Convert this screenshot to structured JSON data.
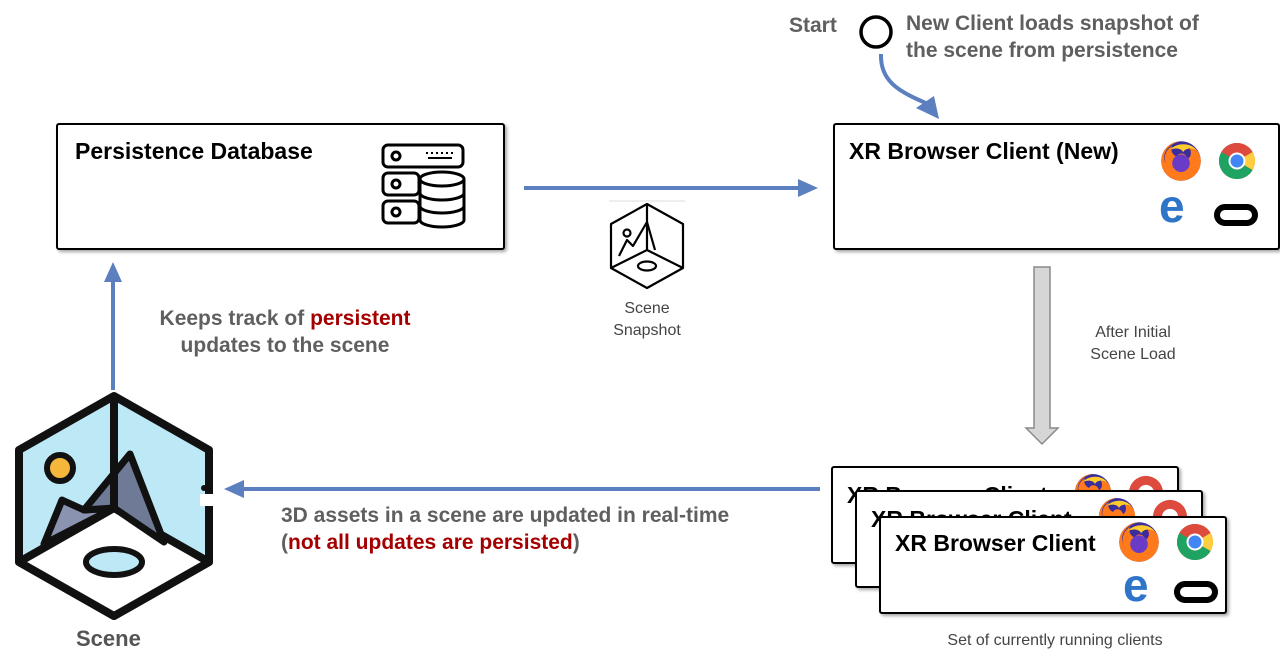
{
  "start": {
    "label": "Start",
    "note_line1": "New Client loads snapshot of",
    "note_line2": "the scene from persistence"
  },
  "persistence": {
    "title": "Persistence Database"
  },
  "xr_new": {
    "title": "XR Browser Client (New)"
  },
  "snapshot": {
    "line1": "Scene",
    "line2": "Snapshot"
  },
  "after_load": {
    "line1": "After Initial",
    "line2": "Scene Load"
  },
  "keeps_track": {
    "pre": "Keeps track of ",
    "highlight": "persistent",
    "line2": "updates to the scene"
  },
  "realtime": {
    "line1": "3D assets in a scene are updated in real-time",
    "open": "(",
    "highlight": "not all updates are persisted",
    "close": ")"
  },
  "clients": {
    "title": "XR Browser Client",
    "caption": "Set of currently running clients"
  },
  "scene": {
    "label": "Scene"
  },
  "colors": {
    "arrow_blue": "#5b7fbf",
    "highlight_red": "#a50000",
    "note_gray": "#5f5f5f"
  },
  "icons": [
    "database-icon",
    "firefox-icon",
    "chrome-icon",
    "edge-icon",
    "oculus-icon",
    "scene-snapshot-icon",
    "scene-icon"
  ]
}
